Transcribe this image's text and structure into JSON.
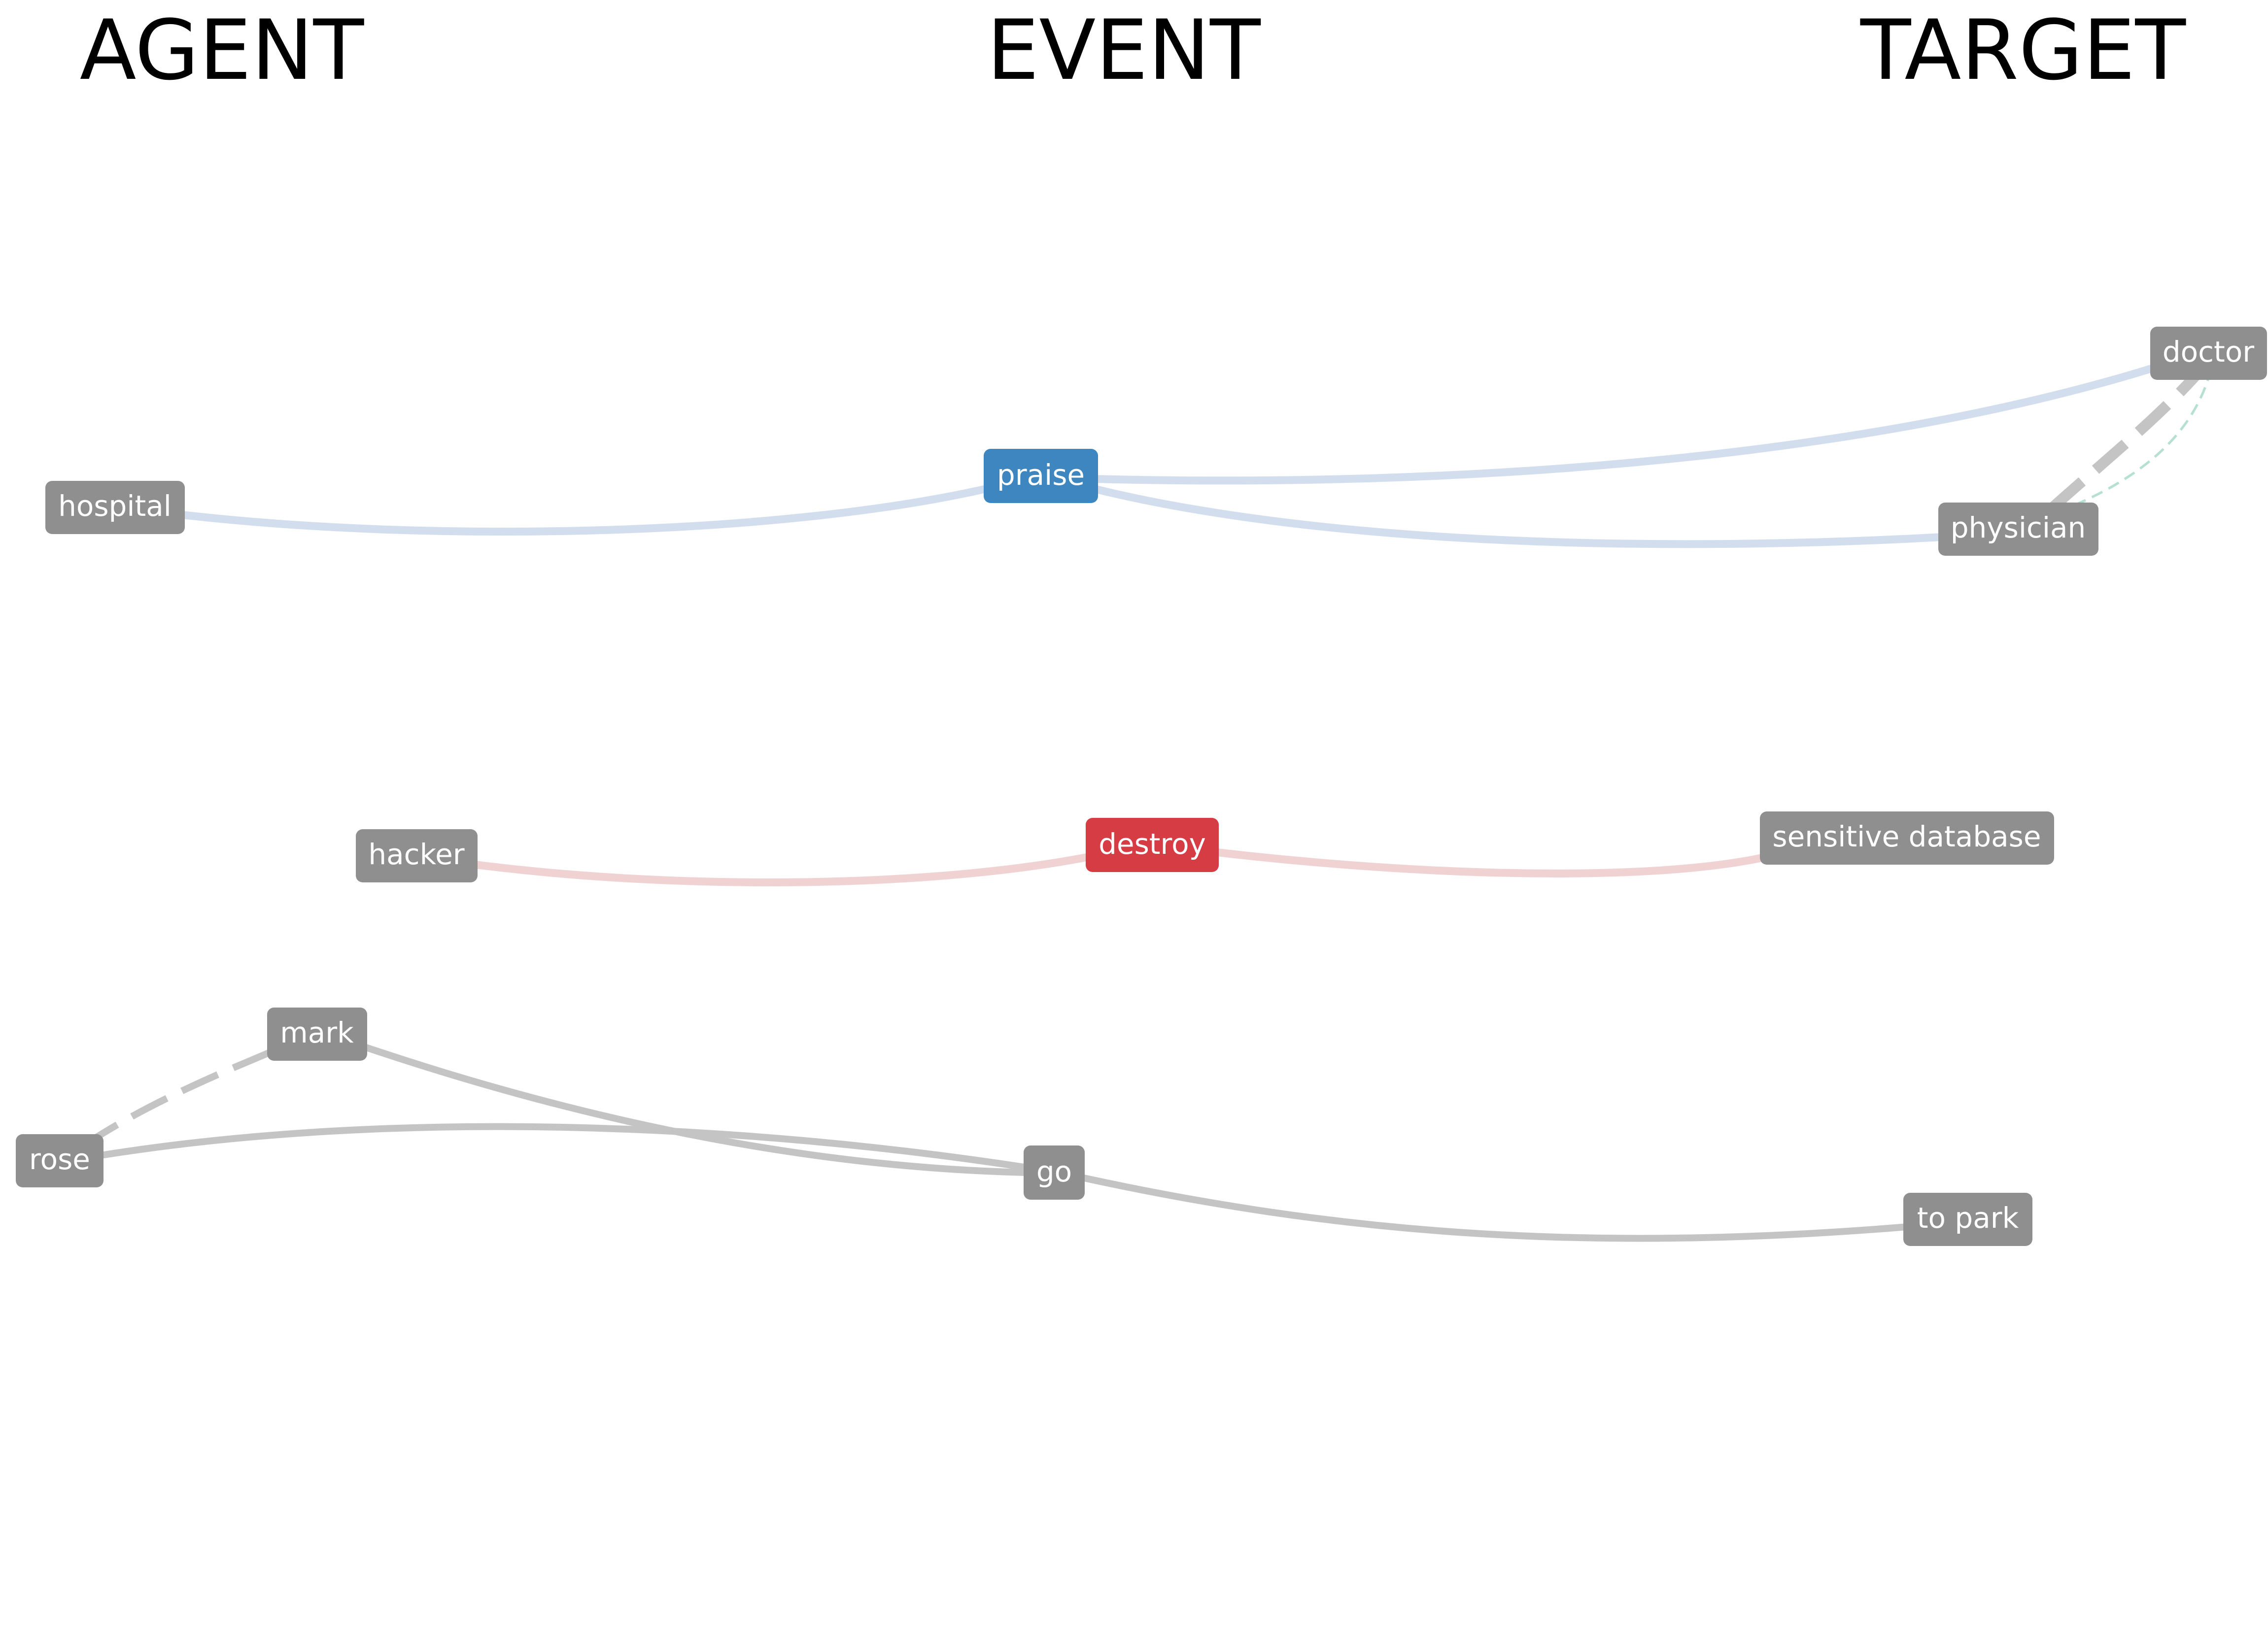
{
  "columns": {
    "agent": "AGENT",
    "event": "EVENT",
    "target": "TARGET"
  },
  "colors": {
    "node_default": "#8f8f8f",
    "node_praise": "#3d86bf",
    "node_destroy": "#d63c43",
    "edge_blue": "#d2ddee",
    "edge_red": "#f0d2d3",
    "edge_gray": "#c4c4c4",
    "edge_teal": "#b6e0d1"
  },
  "nodes": {
    "hospital": "hospital",
    "praise": "praise",
    "doctor": "doctor",
    "physician": "physician",
    "hacker": "hacker",
    "destroy": "destroy",
    "sensitive_database": "sensitive database",
    "mark": "mark",
    "rose": "rose",
    "go": "go",
    "to_park": "to park"
  }
}
